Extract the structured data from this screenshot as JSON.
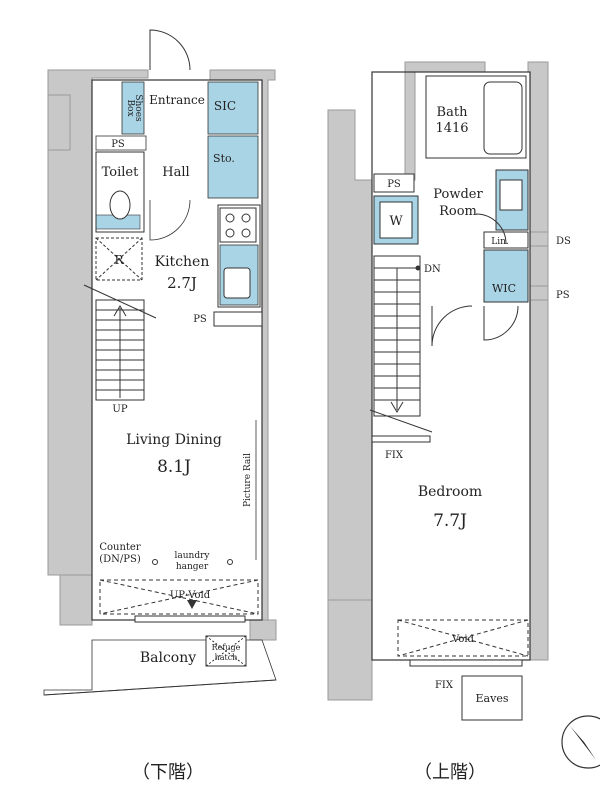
{
  "lower_floor": {
    "caption": "（下階）",
    "rooms": {
      "shoes_box_1": "Shoes",
      "shoes_box_2": "Box",
      "entrance": "Entrance",
      "sic": "SIC",
      "ps_top": "PS",
      "toilet": "Toilet",
      "hall": "Hall",
      "sto": "Sto.",
      "refrigerator": "R",
      "kitchen": "Kitchen",
      "kitchen_size": "2.7J",
      "ps_kitchen": "PS",
      "up_stairs": "UP",
      "living_dining": "Living Dining",
      "living_size": "8.1J",
      "picture_rail": "Picture Rail",
      "counter_1": "Counter",
      "counter_2": "(DN/PS)",
      "laundry_1": "laundry",
      "laundry_2": "hanger",
      "up_void": "UP·Void",
      "balcony": "Balcony",
      "refuge_1": "Refuge",
      "refuge_2": "hatch"
    }
  },
  "upper_floor": {
    "caption": "（上階）",
    "rooms": {
      "bath_1": "Bath",
      "bath_2": "1416",
      "ps_left": "PS",
      "powder_1": "Powder",
      "powder_2": "Room",
      "washer": "W",
      "lin": "Lin.",
      "ds": "DS",
      "dn": "DN",
      "wic": "WIC",
      "ps_right": "PS",
      "fix_stairs": "FIX",
      "bedroom": "Bedroom",
      "bedroom_size": "7.7J",
      "void": "Void",
      "fix_bottom": "FIX",
      "eaves": "Eaves"
    }
  },
  "colors": {
    "wall": "#c8c8c8",
    "wall_edge": "#9a9a9a",
    "line": "#333333",
    "storage": "#a9d4e6"
  }
}
